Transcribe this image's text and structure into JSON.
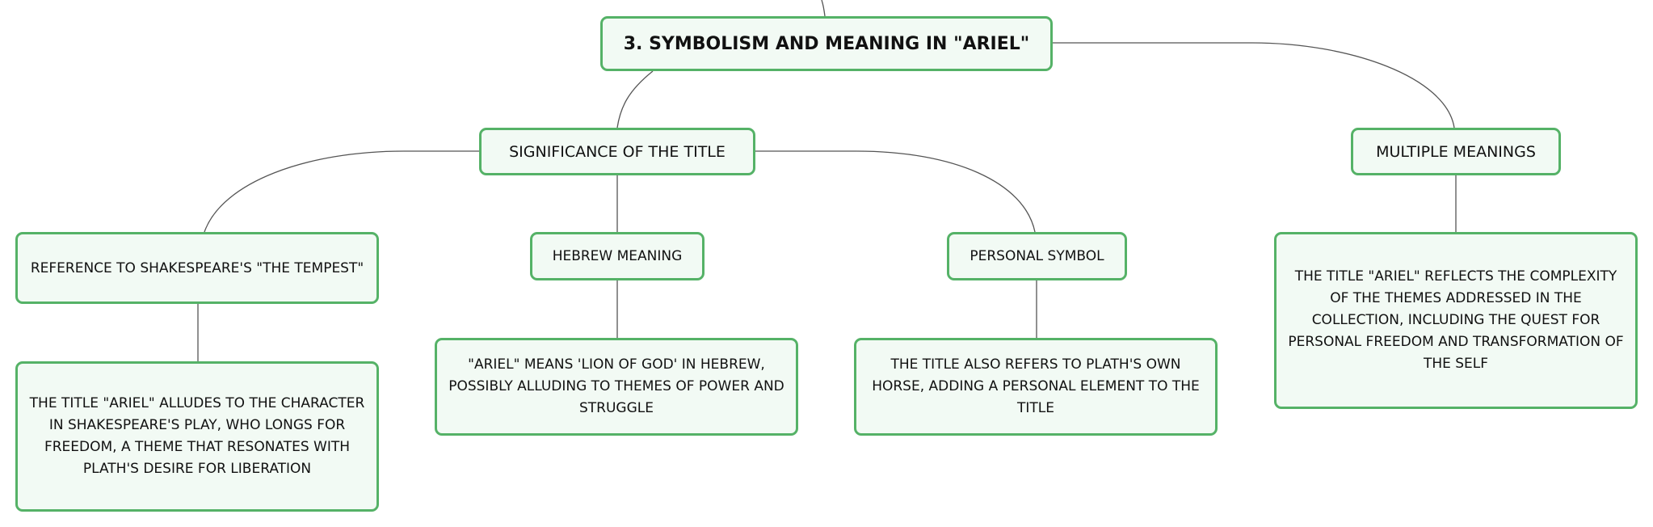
{
  "diagram": {
    "root": {
      "label": "3. SYMBOLISM AND MEANING IN \"ARIEL\""
    },
    "significance": {
      "label": "SIGNIFICANCE OF THE TITLE",
      "shakespeare": {
        "label": "REFERENCE TO SHAKESPEARE'S \"THE TEMPEST\"",
        "detail": "THE TITLE \"ARIEL\" ALLUDES TO THE CHARACTER IN SHAKESPEARE'S PLAY, WHO LONGS FOR FREEDOM, A THEME THAT RESONATES WITH PLATH'S DESIRE FOR LIBERATION"
      },
      "hebrew": {
        "label": "HEBREW MEANING",
        "detail": "\"ARIEL\" MEANS 'LION OF GOD' IN HEBREW, POSSIBLY ALLUDING TO THEMES OF POWER AND STRUGGLE"
      },
      "personal": {
        "label": "PERSONAL SYMBOL",
        "detail": "THE TITLE ALSO REFERS TO PLATH'S OWN HORSE, ADDING A PERSONAL ELEMENT TO THE TITLE"
      }
    },
    "multiple": {
      "label": "MULTIPLE MEANINGS",
      "detail": "THE TITLE \"ARIEL\" REFLECTS THE COMPLEXITY OF THE THEMES ADDRESSED IN THE COLLECTION, INCLUDING THE QUEST FOR PERSONAL FREEDOM AND TRANSFORMATION OF THE SELF"
    }
  }
}
